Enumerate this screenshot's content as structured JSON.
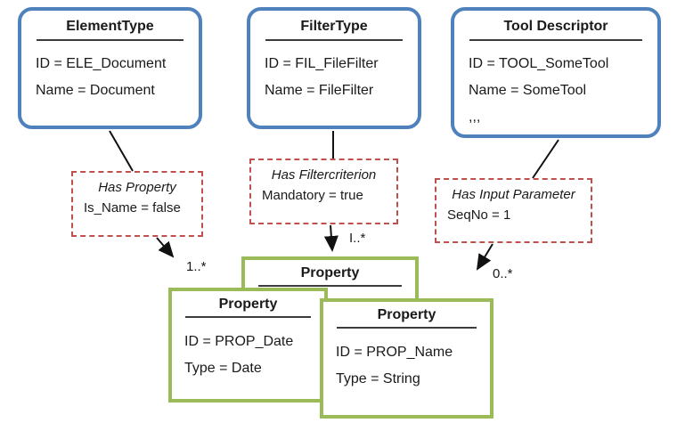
{
  "colors": {
    "entity_border": "#4F81BD",
    "property_border": "#9BBB59",
    "relation_border": "#C0504D",
    "line": "#111111"
  },
  "entities": [
    {
      "title": "ElementType",
      "lines": [
        "ID = ELE_Document",
        "Name = Document"
      ]
    },
    {
      "title": "FilterType",
      "lines": [
        "ID = FIL_FileFilter",
        "Name = FileFilter"
      ]
    },
    {
      "title": "Tool Descriptor",
      "lines": [
        "ID = TOOL_SomeTool",
        "Name = SomeTool",
        ",,,"
      ]
    }
  ],
  "relations": [
    {
      "title": "Has Property",
      "attribute": "Is_Name = false",
      "multiplicity": "1..*"
    },
    {
      "title": "Has Filtercriterion",
      "attribute": "Mandatory = true",
      "multiplicity": "I..*"
    },
    {
      "title": "Has Input Parameter",
      "attribute": "SeqNo = 1",
      "multiplicity": "0..*"
    }
  ],
  "properties": [
    {
      "title": "Property",
      "lines": []
    },
    {
      "title": "Property",
      "lines": [
        "ID = PROP_Date",
        "Type = Date"
      ]
    },
    {
      "title": "Property",
      "lines": [
        "ID = PROP_Name",
        "Type = String"
      ]
    }
  ]
}
